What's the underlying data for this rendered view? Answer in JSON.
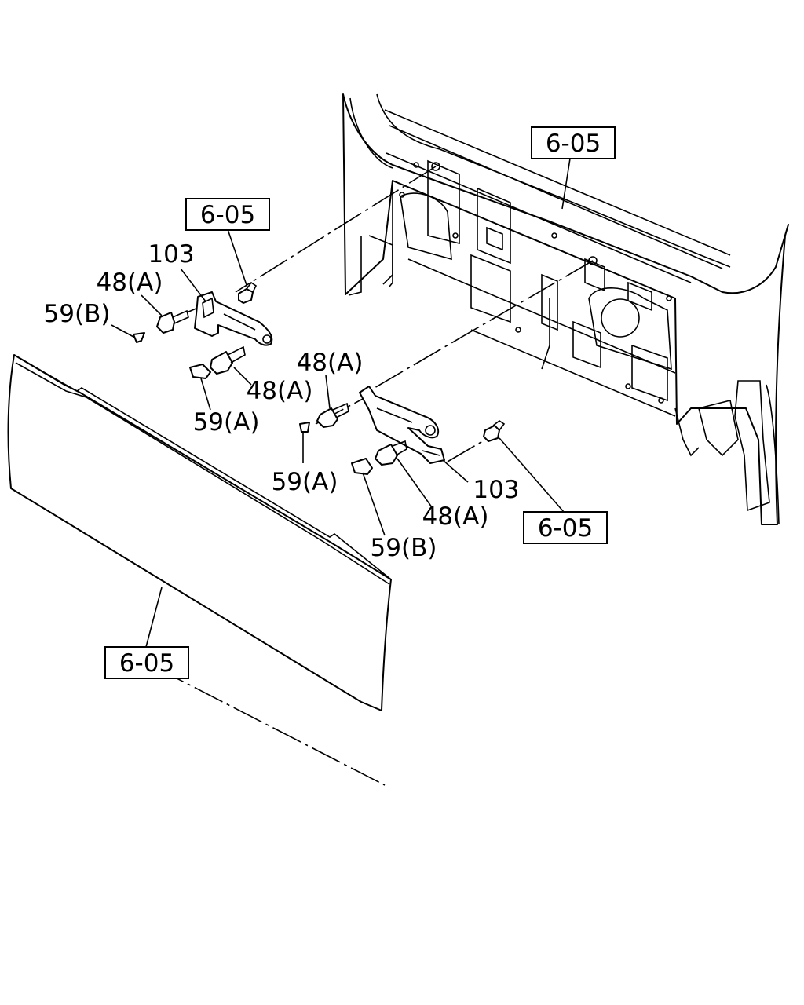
{
  "callouts": {
    "ref_top_right": "6-05",
    "ref_top_left": "6-05",
    "ref_right": "6-05",
    "ref_bottom": "6-05",
    "left_bracket": "103",
    "left_bolt_upper": "48(A)",
    "left_clip_upper": "59(B)",
    "left_bolt_lower": "48(A)",
    "left_clip_lower": "59(A)",
    "right_bolt_upper": "48(A)",
    "right_clip_upper": "59(A)",
    "right_bracket": "103",
    "right_bolt_lower": "48(A)",
    "right_clip_lower": "59(B)"
  }
}
